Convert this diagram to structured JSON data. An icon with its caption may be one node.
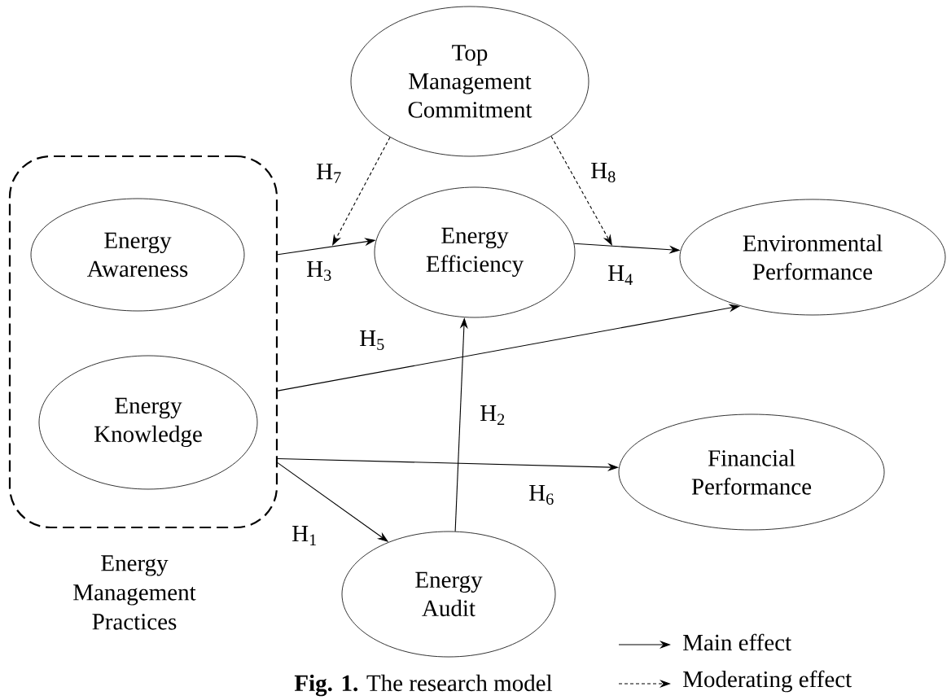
{
  "diagram": {
    "caption": "**Fig. 1.** The research model",
    "nodes": [
      {
        "text": [
          "Energy Management Practices"
        ]
      },
      {
        "text": [
          "Energy Awareness"
        ],
        "in": 0
      },
      {
        "text": [
          "Energy Knowledge"
        ],
        "in": 0
      },
      {
        "text": [
          "Top Management Commitment"
        ]
      },
      {
        "text": [
          "Energy Efficiency"
        ]
      },
      {
        "text": [
          "Environmental Performance"
        ]
      },
      {
        "text": [
          "Financial Performance"
        ]
      },
      {
        "text": [
          "Energy Audit"
        ]
      }
    ],
    "edges": [
      {
        "from": 0,
        "to": 4,
        "arrow": "to",
        "label": "H$_{3}$"
      },
      {
        "from": 3,
        "to": null,
        "arrow": "to",
        "label": "H$_{7}$",
        "style": "dashed"
      },
      {
        "from": 3,
        "to": null,
        "arrow": "to",
        "label": "H$_{8}$",
        "style": "dashed"
      },
      {
        "from": 4,
        "to": 5,
        "arrow": "to",
        "label": "H$_{4}$"
      },
      {
        "from": 0,
        "to": 5,
        "arrow": "to",
        "label": "H$_{5}$"
      },
      {
        "from": 7,
        "to": 4,
        "arrow": "to",
        "label": "H$_{2}$"
      },
      {
        "from": 0,
        "to": 6,
        "arrow": "to",
        "label": "H$_{6}$"
      },
      {
        "from": 0,
        "to": 7,
        "arrow": "to",
        "label": "H$_{1}$"
      }
    ],
    "legend": [
      {
        "text": "Main effect"
      },
      {
        "text": "Moderating effect"
      }
    ]
  }
}
